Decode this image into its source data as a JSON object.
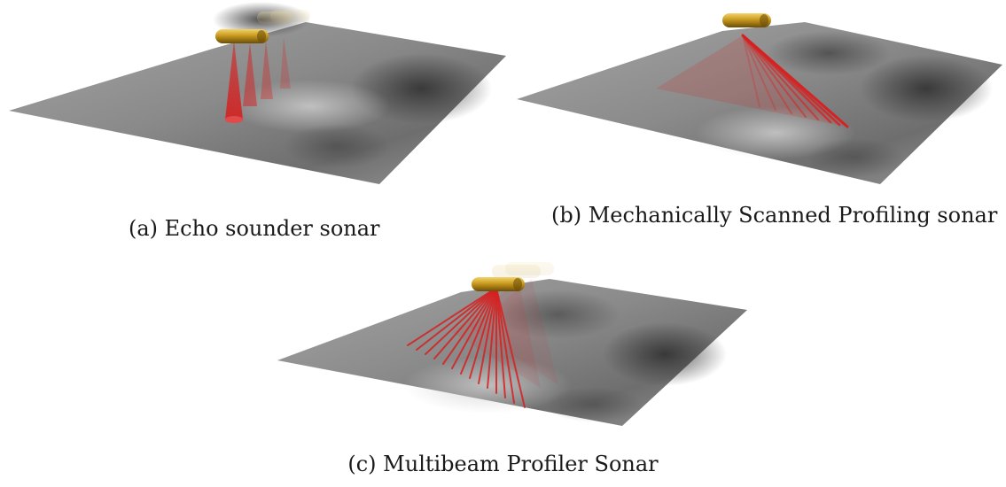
{
  "figure": {
    "captions": {
      "a": "(a) Echo sounder sonar",
      "b": "(b) Mechanically Scanned Profiling sonar",
      "c": "(c) Multibeam Profiler Sonar"
    },
    "colors": {
      "seabed_light": "#9a9a9a",
      "seabed_dark": "#3f3f3f",
      "beam_red": "#d62020",
      "vehicle_gold": "#c99a1e",
      "vehicle_dark": "#6b4d08"
    },
    "panels": [
      {
        "id": "a",
        "sonar_type": "echo sounder",
        "beam_icon": "single-vertical-cone-icon"
      },
      {
        "id": "b",
        "sonar_type": "mechanically scanned profiling",
        "beam_icon": "rotating-fan-icon"
      },
      {
        "id": "c",
        "sonar_type": "multibeam profiler",
        "beam_icon": "multibeam-fan-icon"
      }
    ]
  }
}
